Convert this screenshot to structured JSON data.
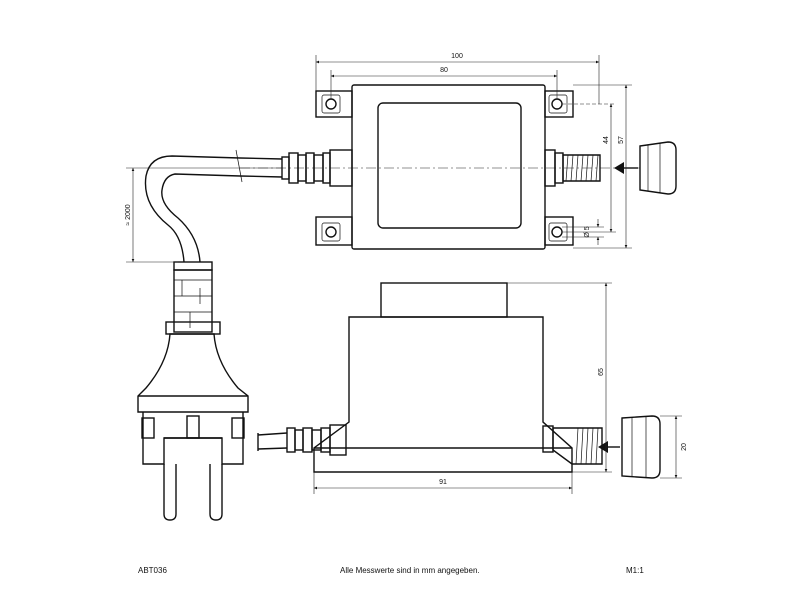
{
  "dimensions": {
    "width_total": "100",
    "hole_spacing_x": "80",
    "hole_spacing_y": "44",
    "height_top": "57",
    "cable_length": "≈ 2000",
    "hole_diameter": "Ø 5",
    "height_side": "65",
    "base_length": "91",
    "cap_size": "20"
  },
  "footer": {
    "code": "ABT036",
    "note": "Alle Messwerte sind in mm angegeben.",
    "scale": "M1:1"
  }
}
